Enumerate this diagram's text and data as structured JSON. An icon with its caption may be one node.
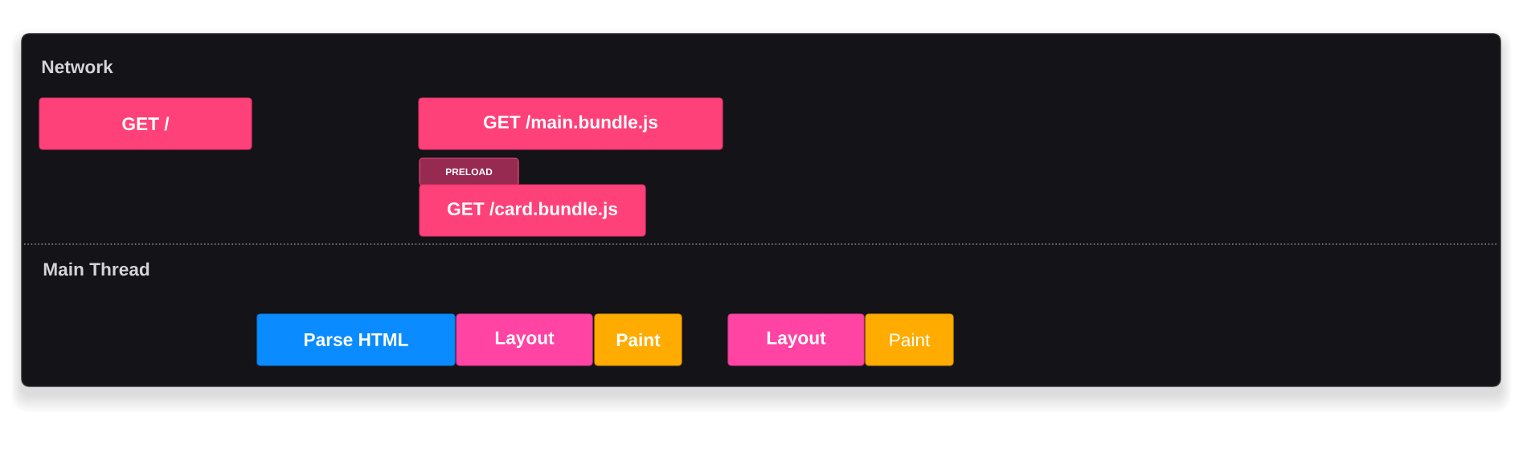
{
  "diagram": {
    "nodes": [
      {
        "text": [
          "Network"
        ]
      },
      {
        "text": [
          "GET /"
        ],
        "in": 0
      },
      {
        "text": [
          "GET /main.bundle.js"
        ],
        "in": 0
      },
      {
        "text": [
          "PRELOAD"
        ],
        "in": 0
      },
      {
        "text": [
          "GET /card.bundle.js"
        ],
        "in": 0
      },
      {
        "text": [
          "Main Thread"
        ]
      },
      {
        "text": [
          "Parse HTML"
        ],
        "in": 5
      },
      {
        "text": [
          "Layout"
        ],
        "in": 5
      },
      {
        "text": [
          "Paint"
        ],
        "in": 5
      },
      {
        "text": [
          "Layout"
        ],
        "in": 5
      },
      {
        "text": [
          "Paint"
        ],
        "in": 5
      }
    ]
  }
}
